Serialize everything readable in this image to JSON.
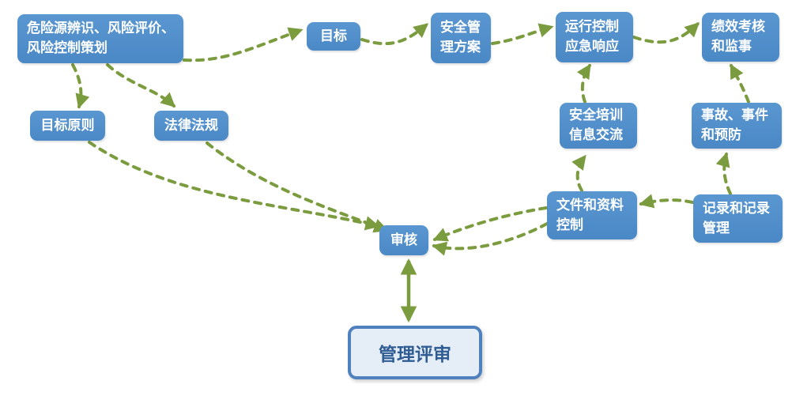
{
  "diagram": {
    "title": "safety-management-system-flowchart",
    "colors": {
      "node_fill": "#4E8CC9",
      "node_text": "#FFFFFF",
      "arrow_green": "#7B9C3E",
      "review_fill": "#E5EDF7",
      "review_border": "#4E81BD",
      "review_text": "#2F5C93"
    },
    "nodes": {
      "hazard": {
        "label": "危险源辨识、风险评价、\n风险控制策划"
      },
      "target": {
        "label": "目标"
      },
      "safety_plan": {
        "label": "安全管\n理方案"
      },
      "operation_control": {
        "label": "运行控制\n应急响应"
      },
      "performance": {
        "label": "绩效考核\n和监事"
      },
      "target_principle": {
        "label": "目标原则"
      },
      "laws": {
        "label": "法律法规"
      },
      "training": {
        "label": "安全培训\n信息交流"
      },
      "accidents": {
        "label": "事故、事件\n和预防"
      },
      "documents": {
        "label": "文件和资料\n控制"
      },
      "records": {
        "label": "记录和记录\n管理"
      },
      "audit": {
        "label": "审核"
      },
      "management_review": {
        "label": "管理评审"
      }
    },
    "edges": [
      {
        "from": "hazard",
        "to": "target",
        "style": "dashed"
      },
      {
        "from": "target",
        "to": "safety_plan",
        "style": "dashed"
      },
      {
        "from": "safety_plan",
        "to": "operation_control",
        "style": "dashed"
      },
      {
        "from": "operation_control",
        "to": "performance",
        "style": "dashed"
      },
      {
        "from": "hazard",
        "to": "target_principle",
        "style": "dashed"
      },
      {
        "from": "hazard",
        "to": "laws",
        "style": "dashed"
      },
      {
        "from": "target_principle",
        "to": "audit",
        "style": "dashed"
      },
      {
        "from": "laws",
        "to": "audit",
        "style": "dashed"
      },
      {
        "from": "training",
        "to": "operation_control",
        "style": "dashed"
      },
      {
        "from": "documents",
        "to": "training",
        "style": "dashed"
      },
      {
        "from": "records",
        "to": "accidents",
        "style": "dashed"
      },
      {
        "from": "accidents",
        "to": "performance",
        "style": "dashed"
      },
      {
        "from": "records",
        "to": "documents",
        "style": "dashed"
      },
      {
        "from": "documents",
        "to": "audit",
        "style": "dashed"
      },
      {
        "from": "documents",
        "to": "audit",
        "style": "dashed"
      },
      {
        "from": "audit",
        "to": "management_review",
        "style": "solid",
        "bidirectional": true
      }
    ]
  }
}
